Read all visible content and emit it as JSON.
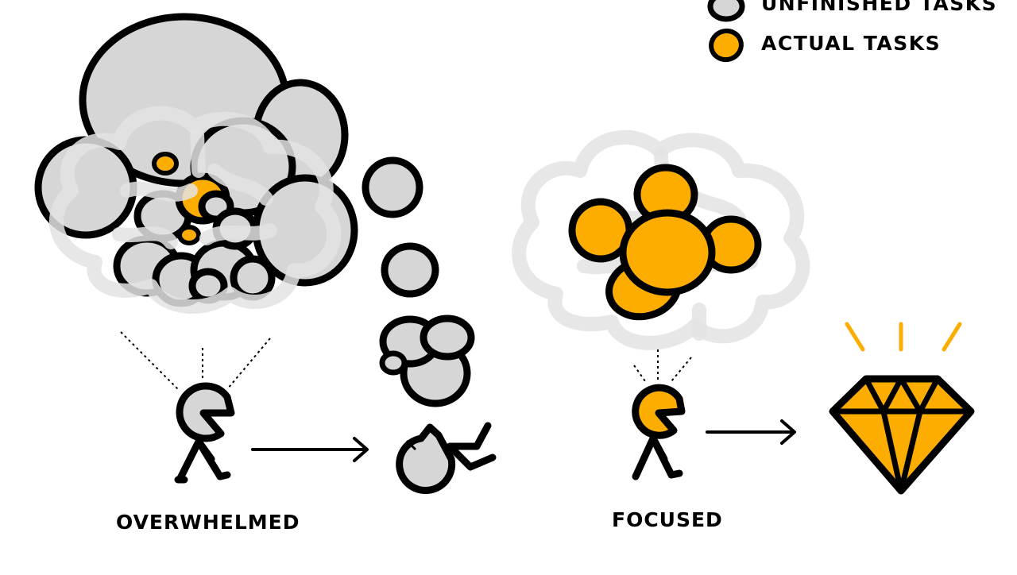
{
  "legend": {
    "items": [
      {
        "label": "UNFINISHED TASKS",
        "color": "#d6d6d6"
      },
      {
        "label": "ACTUAL TASKS",
        "color": "#fdad00"
      }
    ]
  },
  "scenes": {
    "overwhelmed": {
      "label": "OVERWHELMED"
    },
    "focused": {
      "label": "FOCUSED"
    }
  },
  "colors": {
    "stroke": "#000000",
    "task_gray": "#d6d6d6",
    "task_orange": "#fdad00",
    "brain_outline": "#e6e6e6",
    "background": "#ffffff"
  }
}
